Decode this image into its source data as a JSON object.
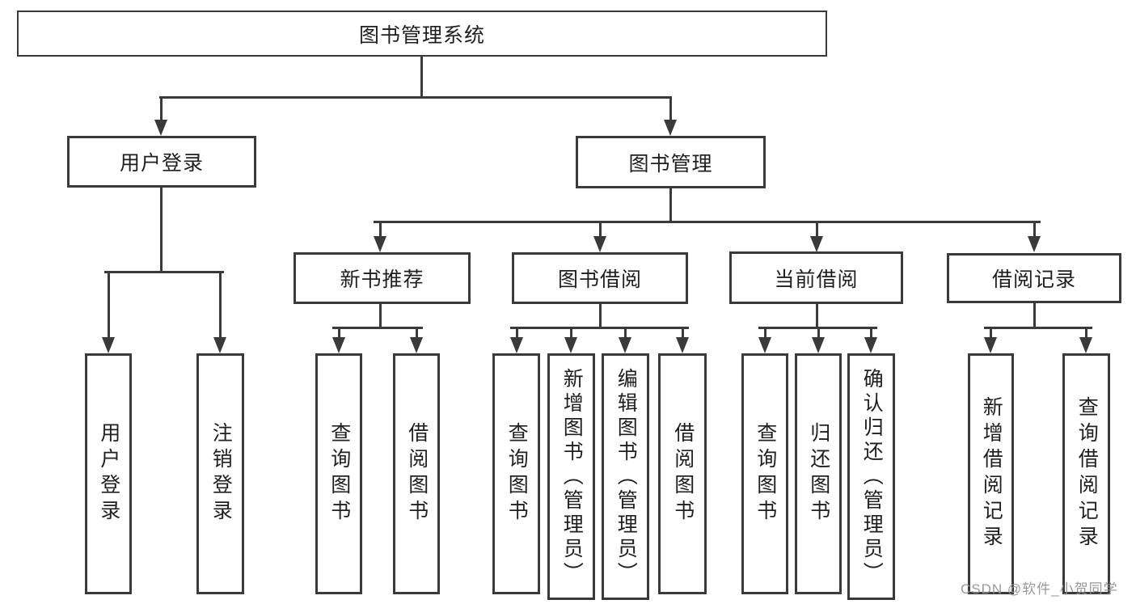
{
  "diagram": {
    "root": {
      "label": "图书管理系统"
    },
    "level2": [
      {
        "id": "user-login",
        "label": "用户登录"
      },
      {
        "id": "book-management",
        "label": "图书管理"
      }
    ],
    "level3": [
      {
        "id": "new-book-recommend",
        "label": "新书推荐"
      },
      {
        "id": "book-borrowing",
        "label": "图书借阅"
      },
      {
        "id": "current-borrowing",
        "label": "当前借阅"
      },
      {
        "id": "borrowing-records",
        "label": "借阅记录"
      }
    ],
    "leaves": [
      {
        "id": "user-login-leaf",
        "label": "用户登录",
        "parent": "用户登录"
      },
      {
        "id": "logout-leaf",
        "label": "注销登录",
        "parent": "用户登录"
      },
      {
        "id": "nb-query-books",
        "label": "查询图书",
        "parent": "新书推荐"
      },
      {
        "id": "nb-borrow-books",
        "label": "借阅图书",
        "parent": "新书推荐"
      },
      {
        "id": "bb-query-books",
        "label": "查询图书",
        "parent": "图书借阅"
      },
      {
        "id": "bb-add-books",
        "label": "新增图书（管理员）",
        "parent": "图书借阅"
      },
      {
        "id": "bb-edit-books",
        "label": "编辑图书（管理员）",
        "parent": "图书借阅"
      },
      {
        "id": "bb-borrow-books",
        "label": "借阅图书",
        "parent": "图书借阅"
      },
      {
        "id": "cb-query-books",
        "label": "查询图书",
        "parent": "当前借阅"
      },
      {
        "id": "cb-return-books",
        "label": "归还图书",
        "parent": "当前借阅"
      },
      {
        "id": "cb-confirm-return",
        "label": "确认归还（管理员）",
        "parent": "当前借阅"
      },
      {
        "id": "br-add-record",
        "label": "新增借阅记录",
        "parent": "借阅记录"
      },
      {
        "id": "br-query-record",
        "label": "查询借阅记录",
        "parent": "借阅记录"
      }
    ]
  },
  "watermark": {
    "text": "CSDN @软件_小贺同学"
  },
  "colors": {
    "line": "#3a3a3a",
    "text": "#1f1f1f",
    "background": "#ffffff",
    "watermark": "#949494"
  }
}
